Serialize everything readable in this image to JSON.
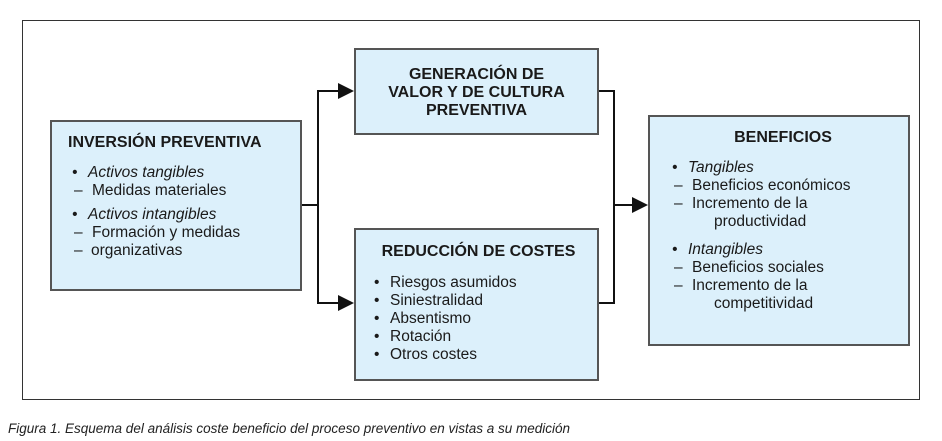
{
  "inversion": {
    "title": "INVERSIÓN PREVENTIVA",
    "groups": [
      {
        "label": "Activos tangibles",
        "items": [
          "Medidas materiales"
        ]
      },
      {
        "label": "Activos intangibles",
        "items": [
          "Formación y medidas",
          "organizativas"
        ]
      }
    ]
  },
  "generacion": {
    "title_lines": [
      "GENERACIÓN DE",
      "VALOR Y DE CULTURA",
      "PREVENTIVA"
    ]
  },
  "reduccion": {
    "title": "REDUCCIÓN DE COSTES",
    "items": [
      "Riesgos asumidos",
      "Siniestralidad",
      "Absentismo",
      "Rotación",
      "Otros costes"
    ]
  },
  "beneficios": {
    "title": "BENEFICIOS",
    "groups": [
      {
        "label": "Tangibles",
        "items": [
          "Beneficios económicos",
          "Incremento de la",
          "productividad"
        ]
      },
      {
        "label": "Intangibles",
        "items": [
          "Beneficios sociales",
          "Incremento de la",
          "competitividad"
        ]
      }
    ]
  },
  "caption": "Figura 1. Esquema del análisis coste beneficio del proceso preventivo en vistas a su medición",
  "colors": {
    "box_fill": "#dcf0fb",
    "border": "#555555"
  }
}
